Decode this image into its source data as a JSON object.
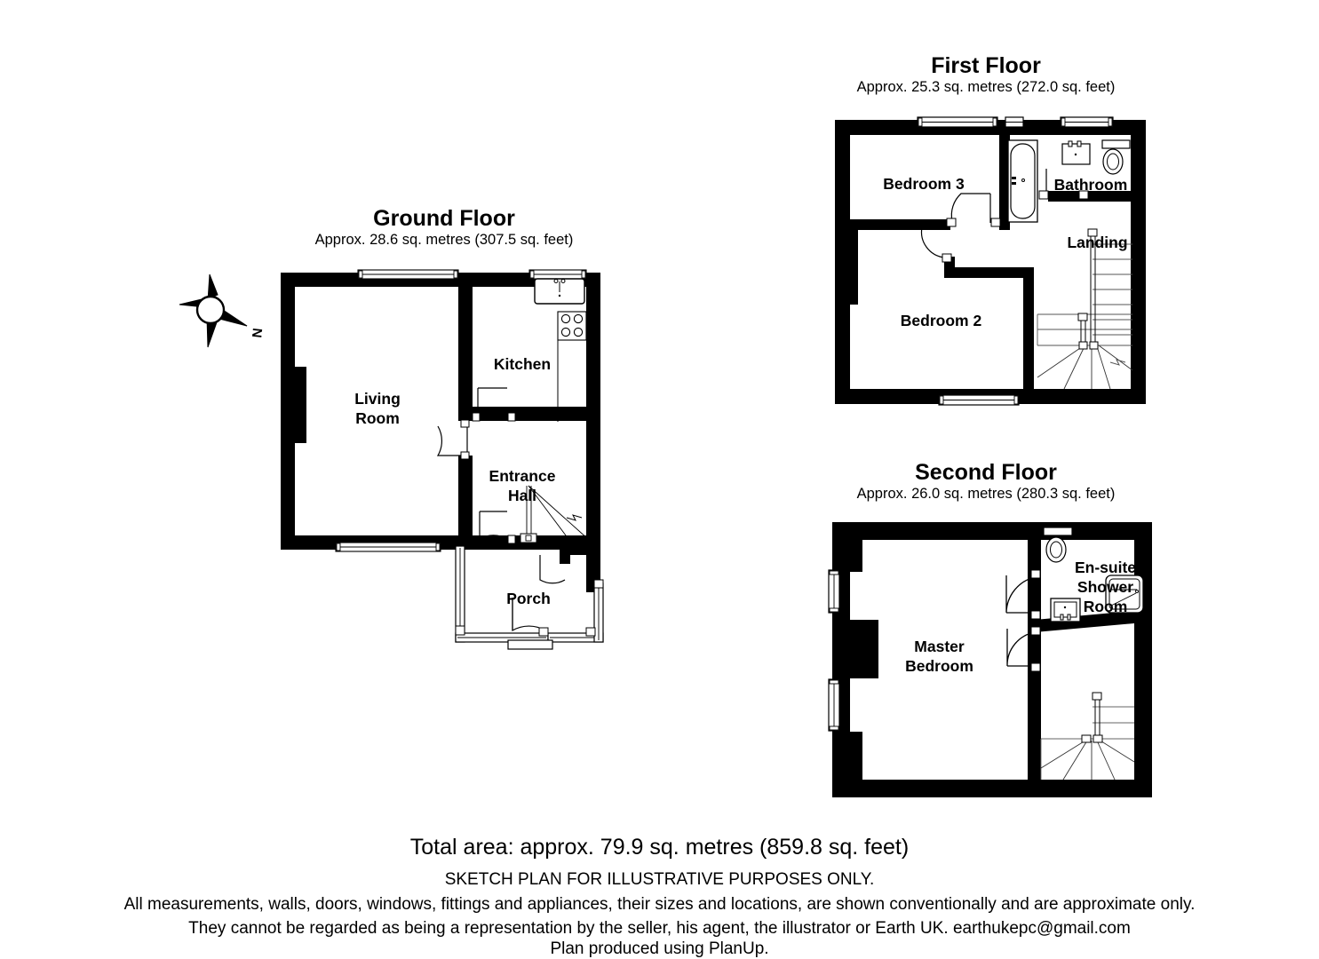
{
  "document": {
    "type": "floor-plan-sketch",
    "background_color": "#ffffff",
    "ink_color": "#000000"
  },
  "floors": [
    {
      "id": "ground",
      "title": "Ground Floor",
      "area": "Approx. 28.6 sq. metres (307.5 sq. feet)",
      "rooms": [
        {
          "name": "Living Room",
          "label_line1": "Living",
          "label_line2": "Room"
        },
        {
          "name": "Kitchen",
          "label_line1": "Kitchen",
          "label_line2": ""
        },
        {
          "name": "Entrance Hall",
          "label_line1": "Entrance",
          "label_line2": "Hall"
        },
        {
          "name": "Porch",
          "label_line1": "Porch",
          "label_line2": ""
        }
      ],
      "fixtures": [
        "sink",
        "hob",
        "stairs-up",
        "doors",
        "windows"
      ]
    },
    {
      "id": "first",
      "title": "First Floor",
      "area": "Approx. 25.3 sq. metres (272.0 sq. feet)",
      "rooms": [
        {
          "name": "Bedroom 3",
          "label_line1": "Bedroom 3",
          "label_line2": ""
        },
        {
          "name": "Bathroom",
          "label_line1": "Bathroom",
          "label_line2": ""
        },
        {
          "name": "Landing",
          "label_line1": "Landing",
          "label_line2": ""
        },
        {
          "name": "Bedroom 2",
          "label_line1": "Bedroom 2",
          "label_line2": ""
        }
      ],
      "fixtures": [
        "bath",
        "basin",
        "toilet",
        "winder-staircase",
        "doors",
        "windows"
      ]
    },
    {
      "id": "second",
      "title": "Second Floor",
      "area": "Approx. 26.0 sq. metres (280.3 sq. feet)",
      "rooms": [
        {
          "name": "Master Bedroom",
          "label_line1": "Master",
          "label_line2": "Bedroom"
        },
        {
          "name": "En-suite Shower Room",
          "label_line1": "En-suite",
          "label_line2": "Shower",
          "label_line3": "Room"
        }
      ],
      "fixtures": [
        "toilet",
        "basin",
        "shower",
        "winder-staircase",
        "doors",
        "windows"
      ]
    }
  ],
  "compass": {
    "name": "compass-rose",
    "north_label": "N"
  },
  "footer": {
    "total_area": "Total area: approx. 79.9 sq. metres (859.8 sq. feet)",
    "disclaimer_line1": "SKETCH PLAN FOR ILLUSTRATIVE PURPOSES ONLY.",
    "disclaimer_line2": "All measurements, walls, doors, windows, fittings and appliances, their sizes and locations, are shown conventionally and are approximate only.",
    "disclaimer_line3": "They cannot be regarded as being a representation by the seller, his agent, the illustrator or Earth UK. earthukepc@gmail.com",
    "disclaimer_line4": "Plan produced using PlanUp."
  }
}
